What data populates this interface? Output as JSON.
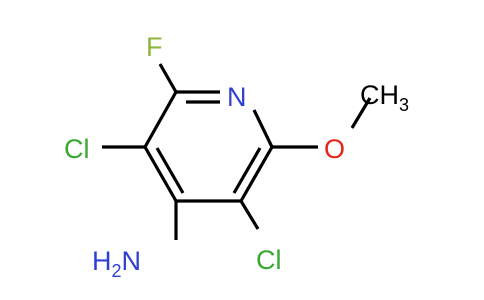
{
  "structure": {
    "atoms": {
      "fluorine": {
        "symbol": "F",
        "color": "#8fb53b"
      },
      "nitrogen": {
        "symbol": "N",
        "color": "#2f3fd0"
      },
      "oxygen": {
        "symbol": "O",
        "color": "#e3241b"
      },
      "methyl": {
        "symbol": "CH",
        "subscript": "3",
        "color": "#000000"
      },
      "chlorine_left": {
        "symbol": "Cl",
        "color": "#38a832"
      },
      "chlorine_right": {
        "symbol": "Cl",
        "color": "#38a832"
      },
      "amine": {
        "symbol": "H",
        "subscript": "2",
        "suffix": "N",
        "color": "#2f3fd0"
      }
    },
    "bond_color": "#000000"
  }
}
